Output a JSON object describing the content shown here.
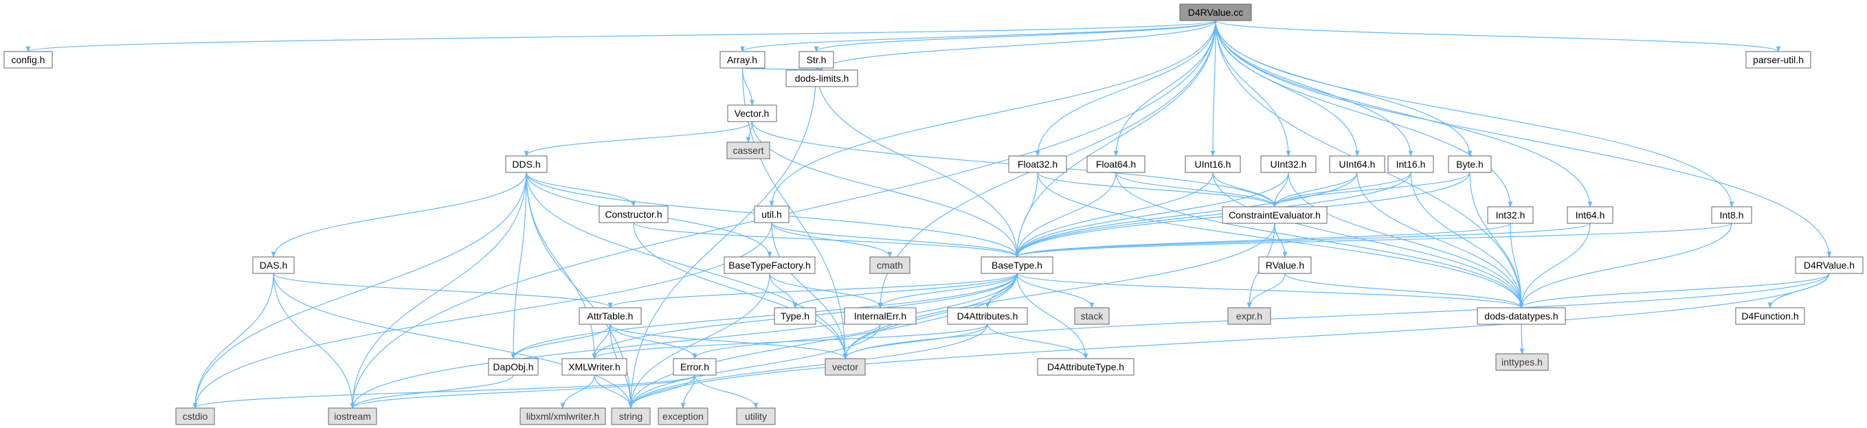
{
  "colors": {
    "edge": "#63b8ff",
    "node_fill": "#ffffff",
    "node_root_fill": "#999999",
    "node_system_fill": "#e0e0e0",
    "node_border": "#666666"
  },
  "nodes": {
    "root": "D4RValue.cc",
    "config_h": "config.h",
    "array_h": "Array.h",
    "str_h": "Str.h",
    "dods_limits_h": "dods-limits.h",
    "parser_util_h": "parser-util.h",
    "vector_h": "Vector.h",
    "cassert": "cassert",
    "dds_h": "DDS.h",
    "float32_h": "Float32.h",
    "float64_h": "Float64.h",
    "uint16_h": "UInt16.h",
    "uint32_h": "UInt32.h",
    "uint64_h": "UInt64.h",
    "int16_h": "Int16.h",
    "byte_h": "Byte.h",
    "constructor_h": "Constructor.h",
    "util_h": "util.h",
    "constraint_evaluator_h": "ConstraintEvaluator.h",
    "int32_h": "Int32.h",
    "int64_h": "Int64.h",
    "int8_h": "Int8.h",
    "d4rvalue_h": "D4RValue.h",
    "das_h": "DAS.h",
    "basetypefactory_h": "BaseTypeFactory.h",
    "cmath": "cmath",
    "basetype_h": "BaseType.h",
    "rvalue_h": "RValue.h",
    "attrtable_h": "AttrTable.h",
    "type_h": "Type.h",
    "internalerr_h": "InternalErr.h",
    "d4attributes_h": "D4Attributes.h",
    "stack": "stack",
    "expr_h": "expr.h",
    "dods_datatypes_h": "dods-datatypes.h",
    "d4function_h": "D4Function.h",
    "dapobj_h": "DapObj.h",
    "xmlwriter_h": "XMLWriter.h",
    "error_h": "Error.h",
    "vector": "vector",
    "d4attributetype_h": "D4AttributeType.h",
    "inttypes_h": "inttypes.h",
    "cstdio": "cstdio",
    "iostream": "iostream",
    "string": "string",
    "libxml_xmlwriter_h": "libxml/xmlwriter.h",
    "exception": "exception",
    "utility": "utility"
  }
}
